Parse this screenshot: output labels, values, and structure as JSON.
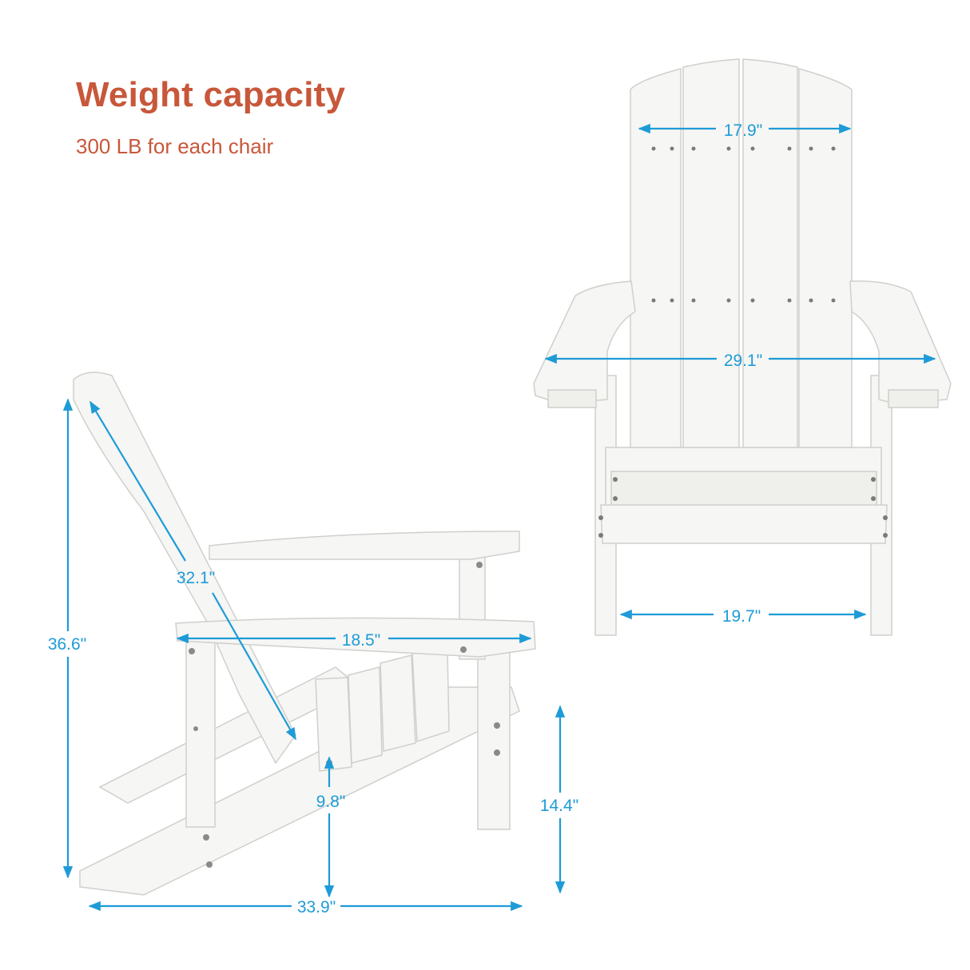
{
  "heading": {
    "title": "Weight capacity",
    "subtitle": "300 LB for each chair"
  },
  "colors": {
    "accent_title": "#c8573a",
    "dimension_line": "#1e9bd7",
    "chair_fill": "#f6f6f4",
    "chair_stroke": "#cfd0cc"
  },
  "dimensions": {
    "front_back_width": "17.9\"",
    "front_overall_width": "29.1\"",
    "front_seat_width": "19.7\"",
    "side_backrest_length": "32.1\"",
    "side_overall_height": "36.6\"",
    "side_armrest_length": "18.5\"",
    "side_seat_height": "9.8\"",
    "side_arm_height": "14.4\"",
    "side_overall_depth": "33.9\""
  }
}
